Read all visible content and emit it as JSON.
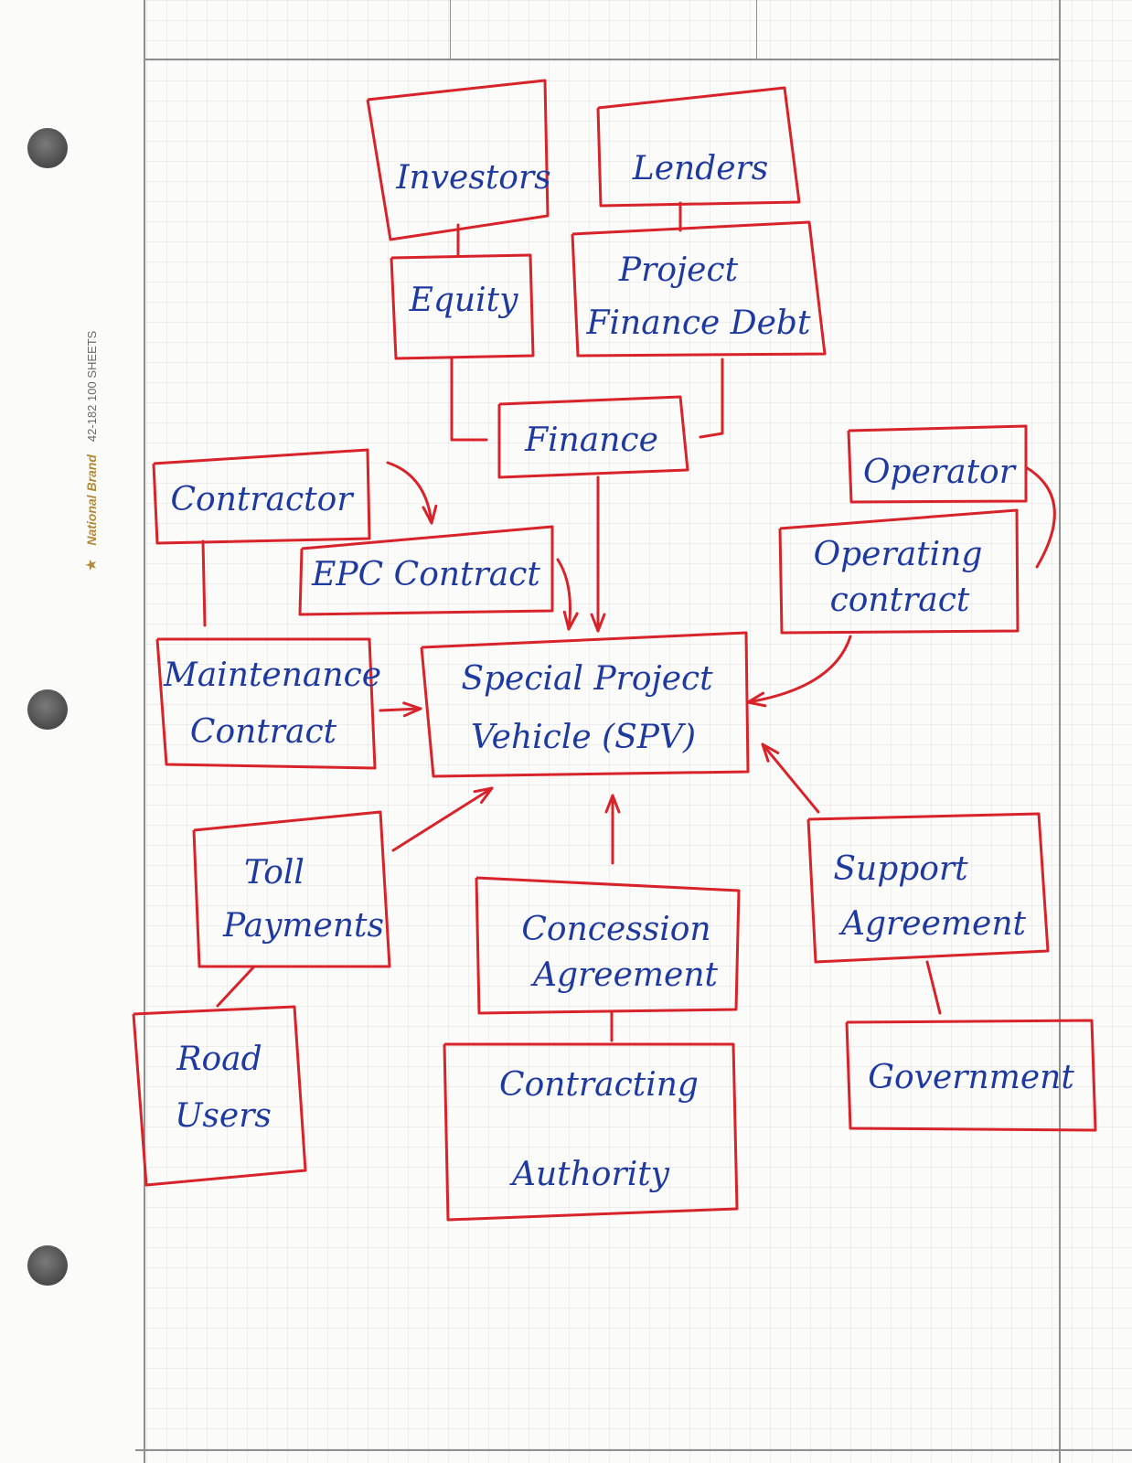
{
  "paper": {
    "brand_name": "National Brand",
    "product_code": "42-182 100 SHEETS"
  },
  "nodes": {
    "investors": "Investors",
    "lenders": "Lenders",
    "equity": "Equity",
    "project_finance_debt_line1": "Project",
    "project_finance_debt_line2": "Finance Debt",
    "finance": "Finance",
    "contractor": "Contractor",
    "epc_contract": "EPC Contract",
    "operator": "Operator",
    "operating_contract_line1": "Operating",
    "operating_contract_line2": "contract",
    "maintenance_contract_line1": "Maintenance",
    "maintenance_contract_line2": "Contract",
    "spv_line1": "Special Project",
    "spv_line2": "Vehicle (SPV)",
    "toll_payments_line1": "Toll",
    "toll_payments_line2": "Payments",
    "concession_agreement_line1": "Concession",
    "concession_agreement_line2": "Agreement",
    "support_agreement_line1": "Support",
    "support_agreement_line2": "Agreement",
    "road_users_line1": "Road",
    "road_users_line2": "Users",
    "contracting_authority_line1": "Contracting",
    "contracting_authority_line2": "Authority",
    "government": "Government"
  },
  "colors": {
    "ink_blue": "#1f3a9e",
    "marker_red": "#d8232a",
    "paper": "#fbfbf9"
  }
}
